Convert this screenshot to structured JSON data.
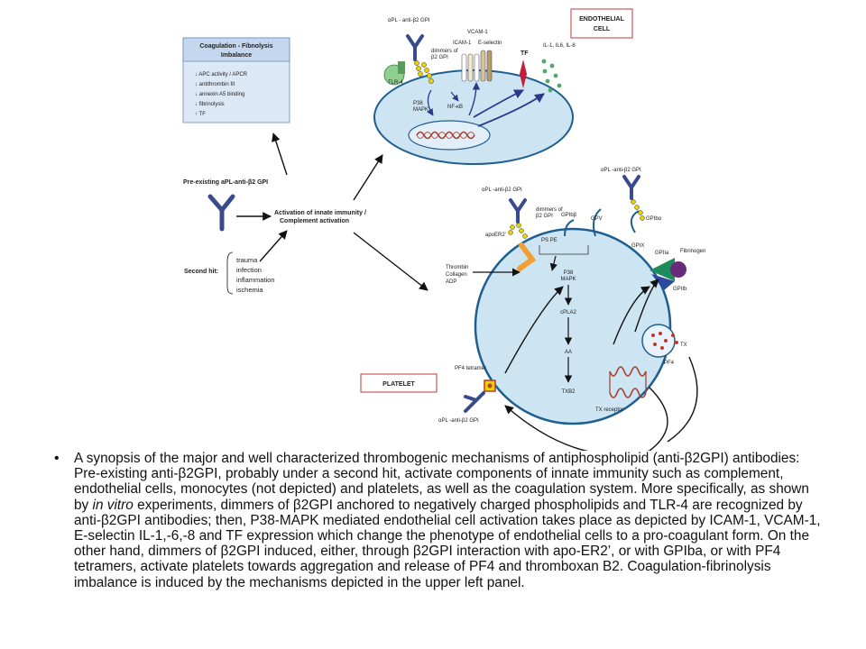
{
  "panel": {
    "title_line1": "Coagulation - Fibnolysis",
    "title_line2": "Imbalance",
    "items": [
      "↓ APC activity / APCR",
      "↓ antithrombin III",
      "↓ annexin A5 binding",
      "↓ fibrinolysis",
      "↑ TF"
    ]
  },
  "endothelial": {
    "box_line1": "ENDOTHELIAL",
    "box_line2": "CELL",
    "apl": "αPL - anti-β2 GPI",
    "dimmers_line1": "dimmers of",
    "dimmers_line2": "β2 GPI",
    "vcam": "VCAM-1",
    "icam": "ICAM-1",
    "eselectin": "E-selectin",
    "tf": "TF",
    "il": "IL-1, IL6, IL-8",
    "tlr": "TLR-4",
    "p38_line1": "P38",
    "p38_line2": "MAPK",
    "nfkb": "NF-κB"
  },
  "left": {
    "preexisting": "Pre-existing aPL-anti-β2 GPI",
    "activation_line1": "Activation of innate immunity /",
    "activation_line2": "Complement activation",
    "second_hit": "Second hit:",
    "hits": [
      "trauma",
      "infection",
      "inflammation",
      "ischemia"
    ]
  },
  "platelet": {
    "box": "PLATELET",
    "apl_top": "αPL -anti-β2 GPI",
    "apl_right": "αPL -anti-β2 GPI",
    "dimmers_line1": "dimmers of",
    "dimmers_line2": "β2 GPI",
    "apoer2": "apoER2'",
    "pspe": "PS PE",
    "gpib": "GPIbβ",
    "gpv": "GPV",
    "gpiba": "GPIbα",
    "gpix": "GPIX",
    "gpiia": "GPIIa",
    "fibrinogen": "Fibrinogen",
    "gpiib": "GPIIb",
    "thrombin": "Thrombin",
    "collagen": "Collagen",
    "adp": "ADP",
    "p38_line1": "P38",
    "p38_line2": "MAPK",
    "cpla2": "cPLA2",
    "aa": "AA",
    "txb2": "TXB2",
    "tx": "TX",
    "pf4": "PF4",
    "pf4_tetramer": "PF4 tetramer",
    "tx_receptor": "TX receptor",
    "apl_bottom": "αPL -anti-β2 GPI"
  },
  "caption": {
    "bullet": "•",
    "text_before_italic": "A synopsis of the major and well characterized thrombogenic mechanisms of antiphospholipid (anti-β2GPI) antibodies: Pre-existing anti-β2GPI, probably under a second hit, activate components of innate immunity such as complement, endothelial cells, monocytes (not depicted) and platelets, as well as the coagulation system. More specifically, as shown by ",
    "italic": "in vitro",
    "text_after_italic": " experiments, dimmers of β2GPI anchored to negatively charged phospholipids and TLR-4 are recognized by anti-β2GPI antibodies; then, P38-MAPK mediated endothelial cell activation takes place as depicted by ICAM-1, VCAM-1, E-selectin IL-1,-6,-8 and TF expression which change the phenotype of endothelial cells to a pro-coagulant form. On the other hand, dimmers of β2GPI induced, either, through β2GPI interaction with apo-ER2’, or with GPIba, or with PF4 tetramers, activate platelets towards aggregation and release of PF4 and thromboxan B2. Coagulation-fibrinolysis imbalance is induced by the mechanisms depicted in the upper left panel."
  },
  "colors": {
    "cell_fill": "#cde4f2",
    "cell_stroke": "#1f5f8f",
    "antibody": "#3a4b8c",
    "beads": "#e6d400",
    "tlr": "#8fcf8f",
    "tf": "#c0203a",
    "il_dots": "#4fa86a",
    "dna": "#a33c2b",
    "apoer2": "#f0a030",
    "panel_fill": "#dce8f5",
    "panel_title_fill": "#c5d7ee",
    "box_border": "#c23a3a",
    "tx_dots": "#c0392b",
    "gpiia": "#1f8a5a",
    "gpiib": "#2b4a9c",
    "fibrinogen": "#6a2a7a"
  }
}
